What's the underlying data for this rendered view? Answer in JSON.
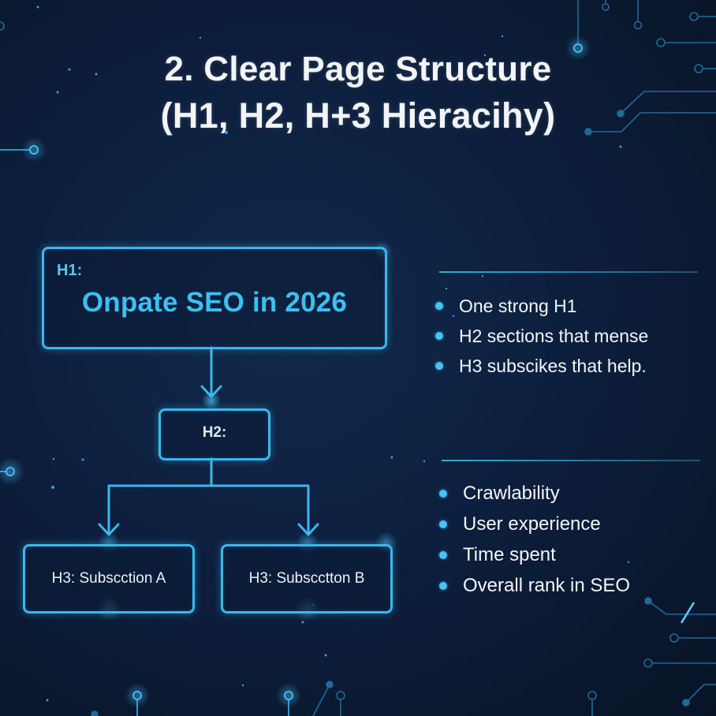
{
  "title": {
    "line1": "2. Clear Page Structure",
    "line2": "(H1, H2, H+3 Hieracihy)"
  },
  "diagram": {
    "h1": {
      "label": "H1:",
      "text": "Onpate SEO in 2026"
    },
    "h2": {
      "label": "H2:"
    },
    "h3": [
      {
        "label": "H3: Subscction A"
      },
      {
        "label": "H3: Subscctton B"
      }
    ]
  },
  "lists": {
    "structure_points": [
      "One strong H1",
      "H2 sections that mense",
      "H3 subscikes that help."
    ],
    "benefits": [
      "Crawlability",
      "User experience",
      "Time spent",
      "Overall rank in SEO"
    ]
  },
  "colors": {
    "background": "#0d2040",
    "accent": "#3ab8ee",
    "h1_text": "#3cc0f4",
    "bullet": "#45c3f5",
    "title_text": "#f2f4f8"
  }
}
